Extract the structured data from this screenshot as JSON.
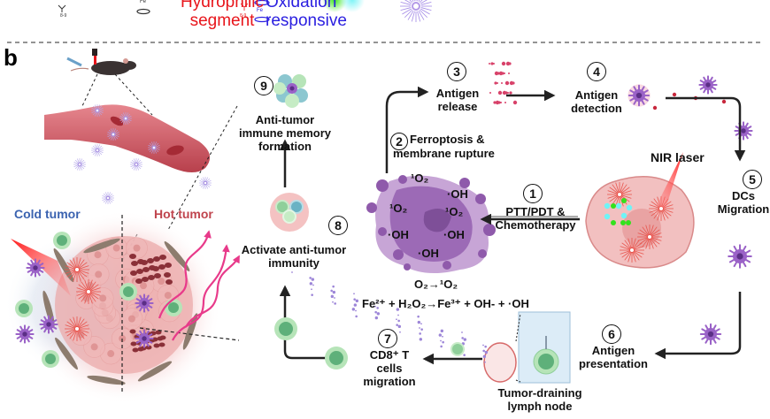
{
  "top_strip": {
    "hydrophilic_label": "Hydrophilic segment",
    "hydrophilic_line1": "Hydrophilic",
    "hydrophilic_line2": "segment",
    "oxidation_line1": "Oxidation",
    "oxidation_line2": "responsive",
    "fe_label": "Fe",
    "repeat_label": "8-9",
    "colors": {
      "hydrophilic": "#e8151b",
      "oxidation": "#2a1ee0"
    }
  },
  "panel_label": "b",
  "tumor": {
    "cold_label": "Cold tumor",
    "hot_label": "Hot tumor",
    "colors": {
      "cold": "#3b63b0",
      "hot": "#c0454e"
    }
  },
  "steps": [
    {
      "number": "1",
      "label_line1": "PTT/PDT &",
      "label_line2": "Chemotherapy"
    },
    {
      "number": "2",
      "label_line1": "Ferroptosis &",
      "label_line2": "membrane rupture"
    },
    {
      "number": "3",
      "label_line1": "Antigen",
      "label_line2": "release"
    },
    {
      "number": "4",
      "label_line1": "Antigen",
      "label_line2": "detection"
    },
    {
      "number": "5",
      "label_line1": "DCs",
      "label_line2": "Migration"
    },
    {
      "number": "6",
      "label_line1": "Antigen",
      "label_line2": "presentation"
    },
    {
      "number": "7",
      "label_line1": "CD8⁺ T",
      "label_line2": "cells",
      "label_line3": "migration"
    },
    {
      "number": "8",
      "label_line1": "Activate anti-tumor",
      "label_line2": "immunity"
    },
    {
      "number": "9",
      "label_line1": "Anti-tumor",
      "label_line2": "immune memory",
      "label_line3": "formation"
    }
  ],
  "laser_label": "NIR laser",
  "lymph_node_label_line1": "Tumor-draining",
  "lymph_node_label_line2": "lymph node",
  "ros_labels": {
    "singlet_oxygen": "¹O₂",
    "hydroxyl": "·OH"
  },
  "equations": {
    "eq1": "O₂→¹O₂",
    "eq2": "Fe²⁺ + H₂O₂→Fe³⁺ + OH- + ·OH"
  }
}
